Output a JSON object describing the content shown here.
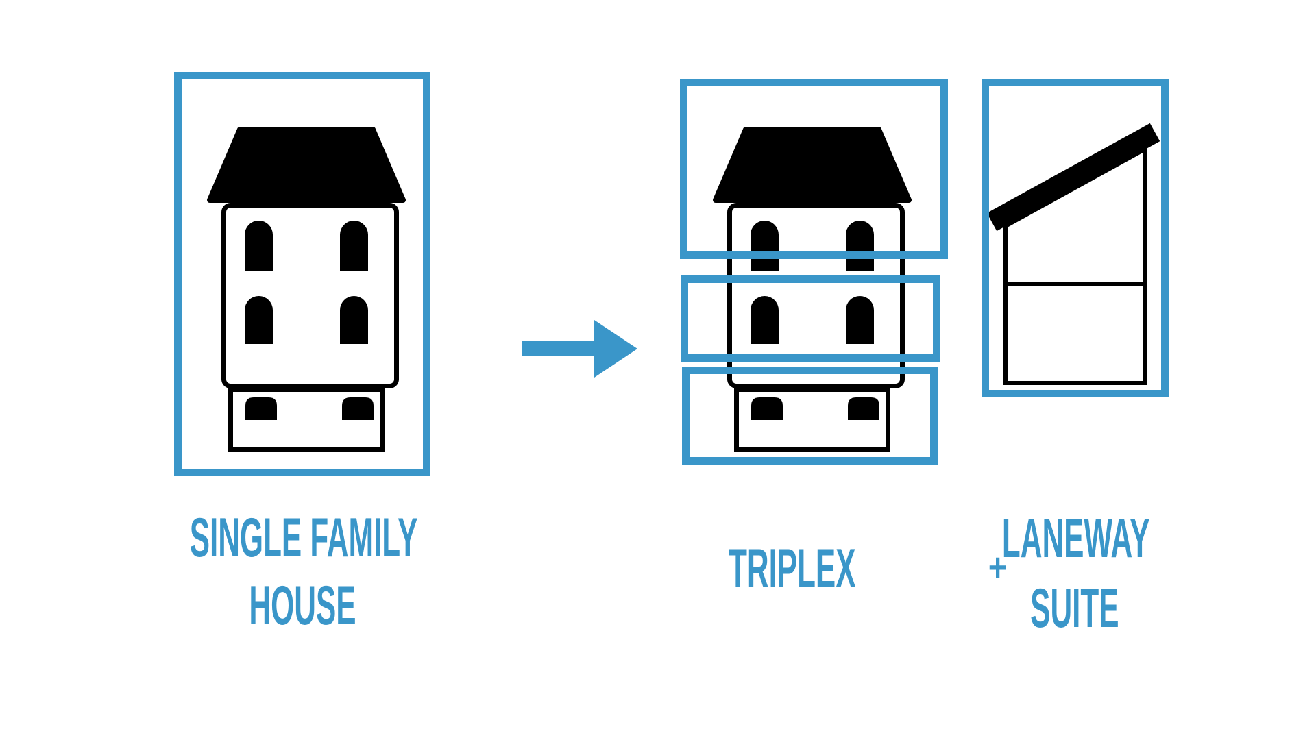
{
  "diagram": {
    "description": "Housing conversion diagram: single family house becomes triplex plus laneway suite",
    "left": {
      "label_line1": "SINGLE FAMILY",
      "label_line2": "HOUSE"
    },
    "middle": {
      "arrow_direction": "right"
    },
    "right": {
      "triplex_label": "TRIPLEX",
      "plus_sign": "+",
      "laneway_label_line1": "LANEWAY",
      "laneway_label_line2": "SUITE"
    },
    "icons": [
      "single-family-house-icon",
      "right-arrow-icon",
      "triplex-house-icon",
      "laneway-structure-icon"
    ]
  },
  "colors": {
    "accent_blue": "#3a96c9",
    "icon_black": "#000000",
    "background": "#ffffff"
  }
}
